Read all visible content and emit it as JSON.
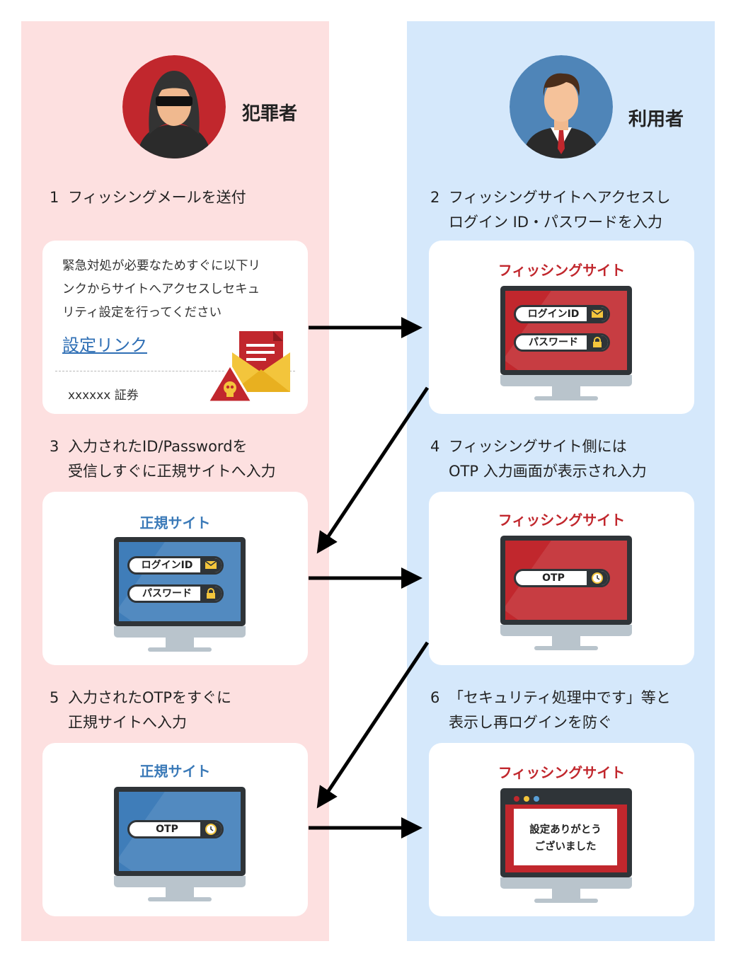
{
  "roles": {
    "criminal": "犯罪者",
    "user": "利用者"
  },
  "steps": {
    "s1": {
      "num": "1",
      "line1": "フィッシングメールを送付"
    },
    "s2": {
      "num": "2",
      "line1": "フィッシングサイトへアクセスし",
      "line2": "ログイン ID・パスワードを入力"
    },
    "s3": {
      "num": "3",
      "line1": "入力されたID/Passwordを",
      "line2": "受信しすぐに正規サイトへ入力"
    },
    "s4": {
      "num": "4",
      "line1": "フィッシングサイト側には",
      "line2": "OTP 入力画面が表示され入力"
    },
    "s5": {
      "num": "5",
      "line1": "入力されたOTPをすぐに",
      "line2": "正規サイトへ入力"
    },
    "s6": {
      "num": "6",
      "line1": "「セキュリティ処理中です」等と",
      "line2": "表示し再ログインを防ぐ"
    }
  },
  "mail": {
    "body_lines": [
      "緊急対処が必要なためすぐに以下リ",
      "ンクからサイトへアクセスしセキュ",
      "リティ設定を行ってください"
    ],
    "link": "設定リンク",
    "sender": "xxxxxx 証券"
  },
  "sites": {
    "phishing": "フィッシングサイト",
    "legit": "正規サイト"
  },
  "fields": {
    "login_id": "ログインID",
    "password": "パスワード",
    "otp": "OTP"
  },
  "thanks": {
    "line1": "設定ありがとう",
    "line2": "ございました"
  },
  "icons": [
    "hacker-avatar-icon",
    "businessman-avatar-icon",
    "phishing-mail-icon",
    "skull-warning-icon",
    "envelope-icon",
    "lock-icon",
    "clock-icon",
    "arrow-icon"
  ],
  "colors": {
    "criminal_bg": "#fde0e0",
    "user_bg": "#d5e8fb",
    "phishing_red": "#c1272d",
    "legit_blue": "#3f7db9",
    "link_blue": "#2f6fb5"
  }
}
